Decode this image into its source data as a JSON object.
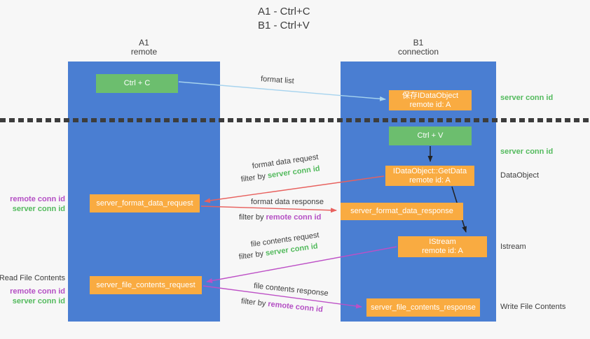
{
  "title": {
    "line1": "A1 - Ctrl+C",
    "line2": "B1 - Ctrl+V"
  },
  "columns": {
    "a": {
      "id": "A1",
      "role": "remote"
    },
    "b": {
      "id": "B1",
      "role": "connection"
    }
  },
  "nodes": {
    "ctrl_c": {
      "label": "Ctrl + C"
    },
    "ctrl_v": {
      "label": "Ctrl + V"
    },
    "save_dataobject": {
      "line1": "保存IDataObject",
      "line2": "remote id: A"
    },
    "getdata": {
      "line1": "IDataObject::GetData",
      "line2": "remote id: A"
    },
    "istream": {
      "line1": "IStream",
      "line2": "remote id: A"
    },
    "format_request": {
      "label": "server_format_data_request"
    },
    "format_response": {
      "label": "server_format_data_response"
    },
    "file_request": {
      "label": "server_file_contents_request"
    },
    "file_response": {
      "label": "server_file_contents_response"
    }
  },
  "flows": {
    "format_list": {
      "label": "format list"
    },
    "format_data_request": {
      "label": "format data request",
      "filter_prefix": "filter by",
      "filter_key": "server conn id"
    },
    "format_data_response": {
      "label": "format data response",
      "filter_prefix": "filter by",
      "filter_key": "remote conn id"
    },
    "file_contents_request": {
      "label": "file contents request",
      "filter_prefix": "filter by",
      "filter_key": "server conn id"
    },
    "file_contents_response": {
      "label": "file contents response",
      "filter_prefix": "filter by",
      "filter_key": "remote conn id"
    }
  },
  "side_labels": {
    "right": [
      {
        "text": "server conn id"
      },
      {
        "text": "server conn id"
      },
      {
        "text": "DataObject"
      },
      {
        "text": "Istream"
      },
      {
        "text": "Write File Contents"
      }
    ],
    "left": [
      {
        "text": "remote conn id"
      },
      {
        "text": "server conn id"
      },
      {
        "text": "Read File Contents"
      },
      {
        "text": "remote conn id"
      },
      {
        "text": "server conn id"
      }
    ]
  },
  "colors": {
    "background": "#f7f7f7",
    "column_blue": "#4a7ed2",
    "node_green": "#6cbe6e",
    "node_orange": "#f9ab41",
    "arrow_blue": "#a6d3ee",
    "arrow_red": "#e8615e",
    "arrow_magenta": "#bd50c6",
    "arrow_black": "#222222",
    "label_green": "#53ba5d",
    "label_purple": "#b44fc4",
    "text_dark": "#3d3d3d",
    "dotted_line": "#3d3d3d"
  }
}
